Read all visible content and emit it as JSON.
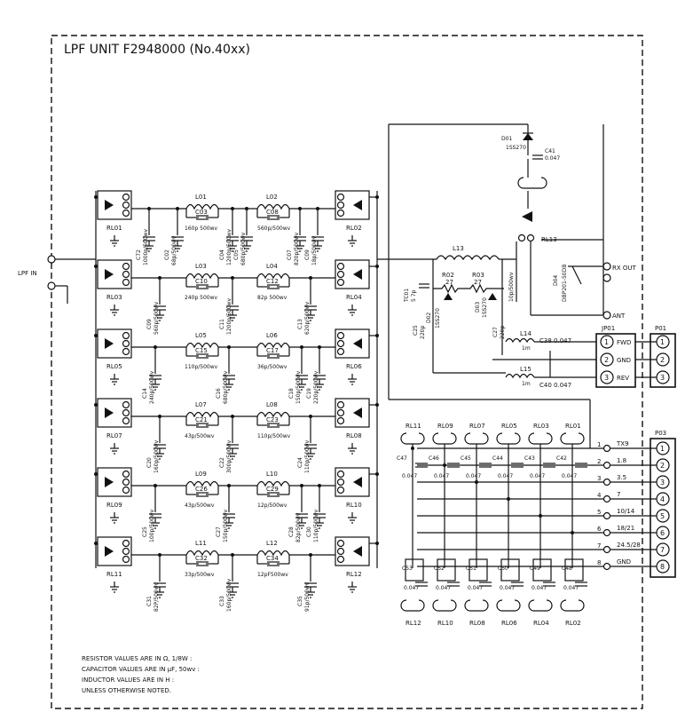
{
  "title": "LPF UNIT   F2948000  (No.40xx)",
  "colors": {
    "ink": "#111111",
    "paper": "#ffffff"
  },
  "ports": {
    "lpf_in": "LPF IN",
    "rx_out": "RX OUT",
    "ant": "ANT"
  },
  "relays": {
    "left": [
      "RL01",
      "RL03",
      "RL05",
      "RL07",
      "RL09",
      "RL11"
    ],
    "right": [
      "RL02",
      "RL04",
      "RL06",
      "RL08",
      "RL10",
      "RL12"
    ],
    "rl13": "RL13",
    "driver_top": [
      "RL11",
      "RL09",
      "RL07",
      "RL05",
      "RL03",
      "RL01"
    ],
    "driver_bottom": [
      "RL12",
      "RL10",
      "RL08",
      "RL06",
      "RL04",
      "RL02"
    ]
  },
  "filters": [
    {
      "l1": "L01",
      "l2": "L02",
      "c_mid1": "C03",
      "v_mid1": "160p 500wv",
      "c_mid2": "C08",
      "v_mid2": "560p/500wv",
      "shunts": [
        [
          "C72",
          "1000p/500wv"
        ],
        [
          "C02",
          "68p/500wv"
        ],
        [
          "C04",
          "1200p/500wv"
        ],
        [
          "C05",
          "680p/500wv"
        ],
        [
          "C07",
          "820p/500wv"
        ],
        [
          "C09",
          "18p/500wv"
        ]
      ]
    },
    {
      "l1": "L03",
      "l2": "L04",
      "c_mid1": "C10",
      "v_mid1": "240p 500wv",
      "c_mid2": "C12",
      "v_mid2": "82p 500wv",
      "shunts": [
        [
          "C09",
          "560p/500wv"
        ],
        [
          "C11",
          "1200p/500wv"
        ],
        [
          "C13",
          "620p/500wv"
        ]
      ]
    },
    {
      "l1": "L05",
      "l2": "L06",
      "c_mid1": "C15",
      "v_mid1": "110p/500wv",
      "c_mid2": "C17",
      "v_mid2": "36p/500wv",
      "shunts": [
        [
          "C14",
          "240p/500wv"
        ],
        [
          "C16",
          "680p/500wv"
        ],
        [
          "C18",
          "150p/500wv"
        ],
        [
          "C19",
          "220p/500wv"
        ]
      ]
    },
    {
      "l1": "L07",
      "l2": "L08",
      "c_mid1": "C21",
      "v_mid1": "43p/500wv",
      "c_mid2": "C23",
      "v_mid2": "110p/500wv",
      "shunts": [
        [
          "C20",
          "160p/500wv"
        ],
        [
          "C22",
          "300p/500wv"
        ],
        [
          "C24",
          "110p/500wv"
        ]
      ]
    },
    {
      "l1": "L09",
      "l2": "L10",
      "c_mid1": "C26",
      "v_mid1": "43p/500wv",
      "c_mid2": "C29",
      "v_mid2": "12p/500wv",
      "shunts": [
        [
          "C25",
          "100p/500wv"
        ],
        [
          "C27",
          "150p/500wv"
        ],
        [
          "C28",
          "82p/500wv"
        ],
        [
          "C30",
          "110p/500wv"
        ]
      ]
    },
    {
      "l1": "L11",
      "l2": "L12",
      "c_mid1": "C32",
      "v_mid1": "33p/500wv",
      "c_mid2": "C34",
      "v_mid2": "12pF500wv",
      "shunts": [
        [
          "C31",
          "82P/500wv"
        ],
        [
          "C33",
          "160p/500wv"
        ],
        [
          "C35",
          "91p/500wv"
        ]
      ]
    }
  ],
  "detector": {
    "l13": "L13",
    "r02": "R02",
    "r02_val": "27",
    "r03": "R03",
    "r03_val": "27",
    "tc01": "TC01",
    "tc01_val": "5 7p",
    "d02": "D02",
    "d02_type": "1SS270",
    "d03": "D03",
    "d03_type": "1SS270",
    "c25": "C25",
    "c25_val": "220p",
    "c27": "C27",
    "c27_val": "220p",
    "c37": "10p/500wv",
    "d01": "D01",
    "d01_type": "1SS270",
    "c41": "C41",
    "c41_val": "0.047",
    "d04": "D04",
    "d04_type": "DBP201-50DB",
    "l14": "L14",
    "l14_val": "1m",
    "l15": "L15",
    "l15_val": "1m",
    "c38": "C38 0.047",
    "c40": "C40 0.047"
  },
  "jp01": {
    "label": "JP01",
    "pins": [
      "1",
      "2",
      "3"
    ],
    "signals": [
      "FWD",
      "GND",
      "REV"
    ]
  },
  "p01": {
    "label": "P01",
    "pins": [
      "1",
      "2",
      "3"
    ]
  },
  "p03": {
    "label": "P03",
    "pins": [
      "1",
      "2",
      "3",
      "4",
      "5",
      "6",
      "7",
      "8"
    ],
    "signals": [
      "TX9",
      "1.8",
      "3.5",
      "7",
      "10/14",
      "18/21",
      "24.5/28",
      "GND"
    ]
  },
  "bypass_caps_top": [
    [
      "C47",
      "0.047"
    ],
    [
      "C46",
      "0.047"
    ],
    [
      "C45",
      "0.047"
    ],
    [
      "C44",
      "0.047"
    ],
    [
      "C43",
      "0.047"
    ],
    [
      "C42",
      "0.047"
    ]
  ],
  "bypass_caps_bottom": [
    [
      "C53",
      "0.047"
    ],
    [
      "C52",
      "0.047"
    ],
    [
      "C51",
      "0.047"
    ],
    [
      "C50",
      "0.047"
    ],
    [
      "C49",
      "0.047"
    ],
    [
      "C48",
      "0.047"
    ]
  ],
  "notes": [
    "RESISTOR VALUES ARE IN Ω, 1/8W :",
    "CAPACITOR VALUES ARE IN μF, 50wv :",
    "INDUCTOR VALUES ARE IN H :",
    "UNLESS OTHERWISE NOTED."
  ]
}
